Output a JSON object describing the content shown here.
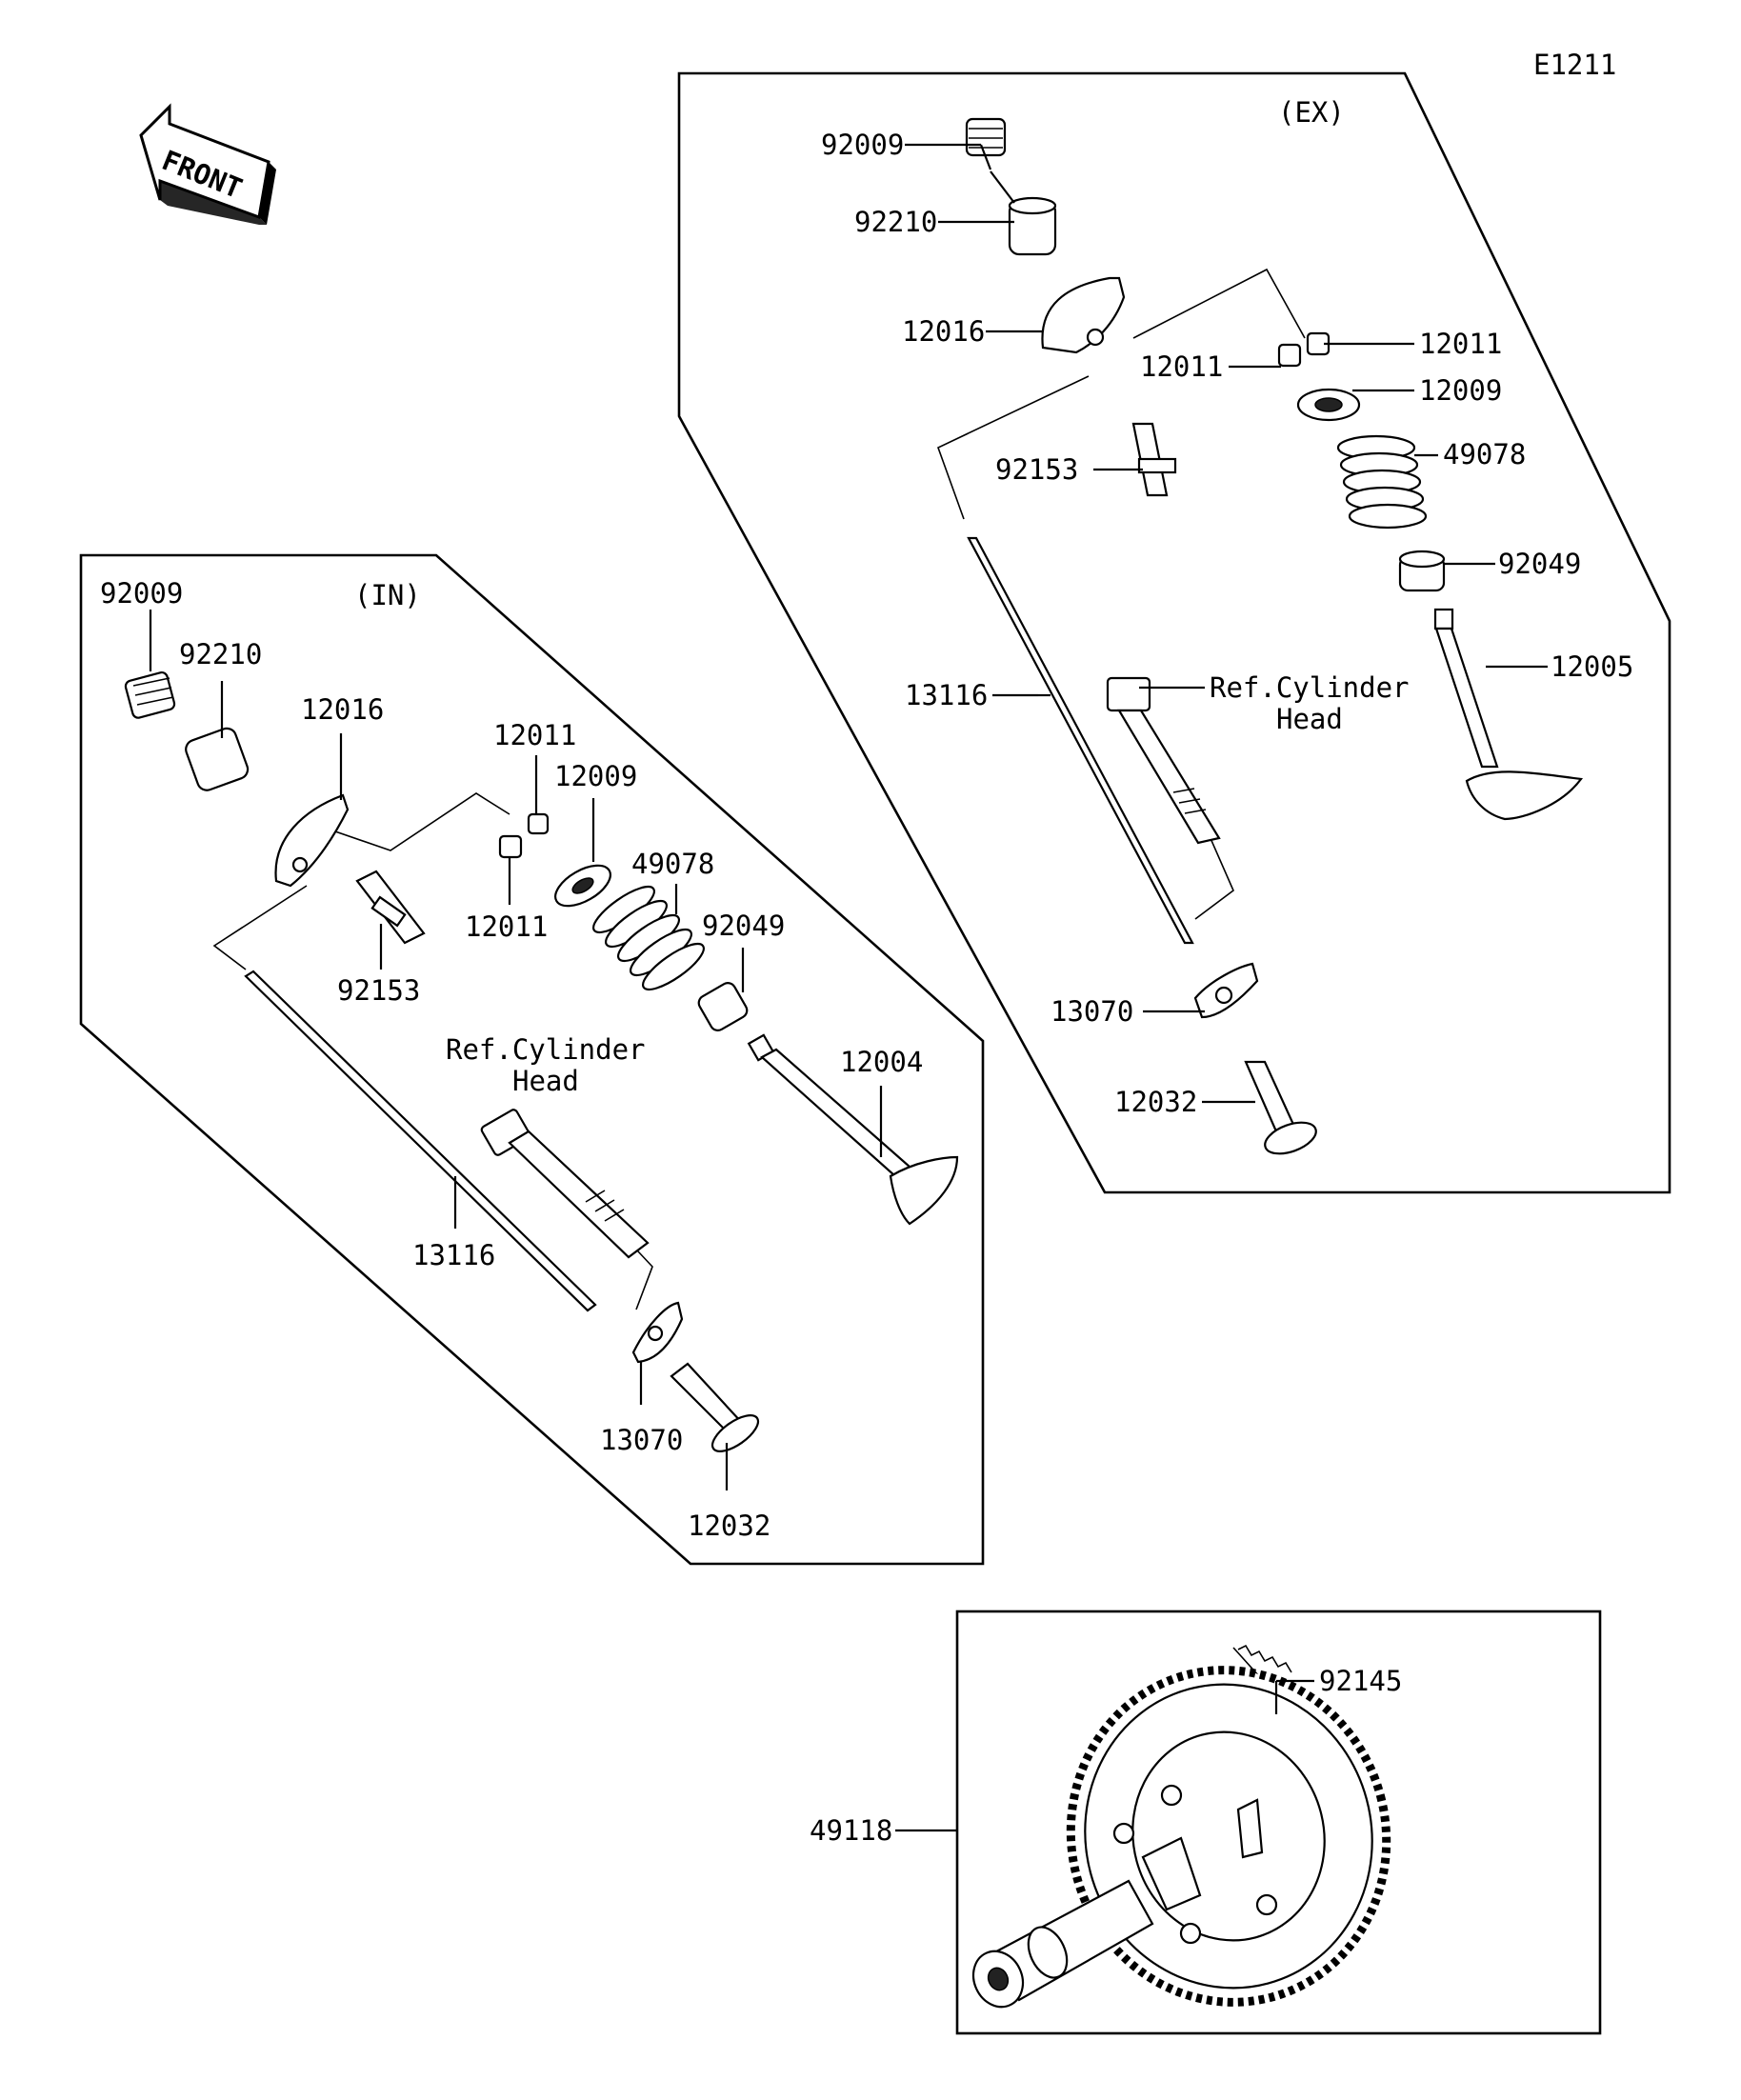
{
  "diagram_code": "E1211",
  "front_arrow_label": "FRONT",
  "sections": {
    "exhaust": {
      "title": "(EX)",
      "labels": {
        "rocker_cap": "92009",
        "rocker_adjuster": "92210",
        "rocker_arm": "12016",
        "cotter_right": "12011",
        "cotter_left": "12011",
        "retainer": "12009",
        "stud": "92153",
        "spring": "49078",
        "seal": "92049",
        "push_rod": "13116",
        "valve": "12005",
        "ref_line1": "Ref.Cylinder",
        "ref_line2": "Head",
        "guide_plate": "13070",
        "tappet": "12032"
      }
    },
    "intake": {
      "title": "(IN)",
      "labels": {
        "rocker_cap": "92009",
        "rocker_adjuster": "92210",
        "rocker_arm": "12016",
        "cotter_top": "12011",
        "retainer": "12009",
        "spring": "49078",
        "seal": "92049",
        "cotter_bottom": "12011",
        "stud": "92153",
        "valve": "12004",
        "ref_line1": "Ref.Cylinder",
        "ref_line2": "Head",
        "push_rod": "13116",
        "guide_plate": "13070",
        "tappet": "12032"
      }
    },
    "camshaft": {
      "labels": {
        "spring": "92145",
        "camshaft_assy": "49118"
      }
    }
  }
}
